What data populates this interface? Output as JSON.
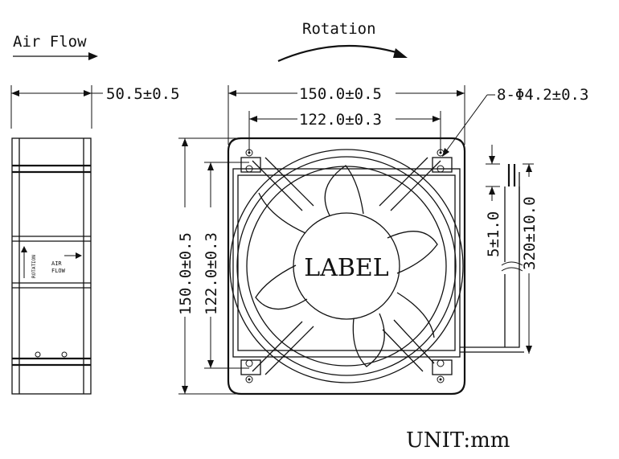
{
  "airflow_caption": "Air Flow",
  "rotation_caption": "Rotation",
  "dimensions": {
    "depth": "50.5±0.5",
    "width_outer": "150.0±0.5",
    "width_holes": "122.0±0.3",
    "height_outer": "150.0±0.5",
    "height_holes": "122.0±0.3",
    "mounting_holes": "8-Φ4.2±0.3",
    "wire_strip": "5±1.0",
    "wire_length": "320±10.0"
  },
  "side_view": {
    "rotation_mark": "ROTATION",
    "airflow_mark_line1": "AIR",
    "airflow_mark_line2": "FLOW"
  },
  "hub_label": "LABEL",
  "unit": "UNIT:mm",
  "colors": {
    "ink": "#111111",
    "paper": "#ffffff"
  }
}
